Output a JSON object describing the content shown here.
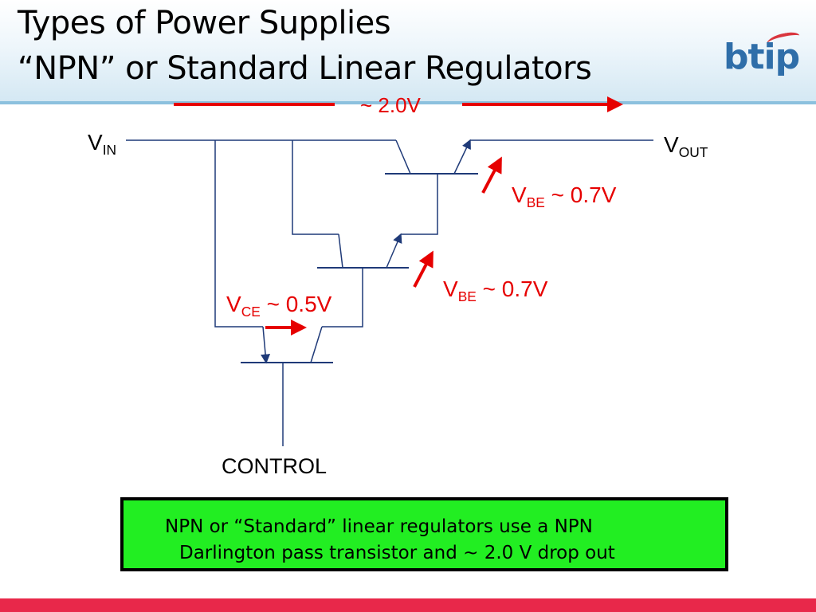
{
  "slide": {
    "title_line1": "Types of Power Supplies",
    "title_line2": "“NPN” or Standard Linear Regulators",
    "logo": "btip"
  },
  "diagram": {
    "dropout_label": "~ 2.0V",
    "vin": {
      "main": "V",
      "sub": "IN"
    },
    "vout": {
      "main": "V",
      "sub": "OUT"
    },
    "vbe_upper": {
      "main": "V",
      "sub": "BE",
      "rest": " ~ 0.7V"
    },
    "vbe_lower": {
      "main": "V",
      "sub": "BE",
      "rest": " ~ 0.7V"
    },
    "vce": {
      "main": "V",
      "sub": "CE",
      "rest": " ~ 0.5V"
    },
    "control": "CONTROL"
  },
  "callout": {
    "line1": "NPN or “Standard” linear regulators use a NPN",
    "line2": "Darlington pass transistor and ~ 2.0 V drop out"
  },
  "colors": {
    "wire": "#1f3a78",
    "annotation_red": "#e60000",
    "callout_bg": "#22ee22",
    "header_rule": "#8cc1de",
    "bottom_bar": "#e8284a",
    "logo_blue": "#2f6ea9"
  }
}
